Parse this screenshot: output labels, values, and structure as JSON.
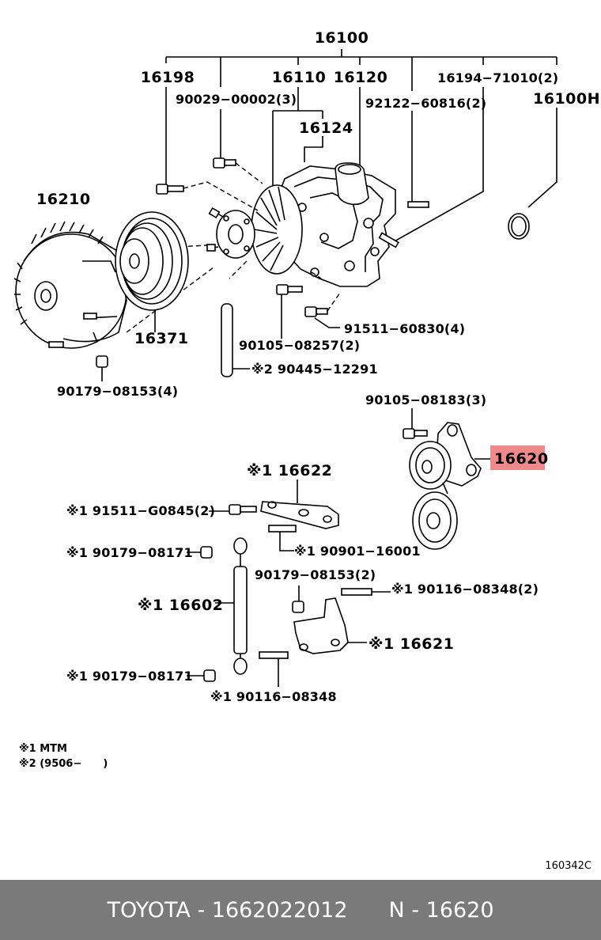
{
  "labels": {
    "p16100": "16100",
    "p16198": "16198",
    "p16110": "16110",
    "p16120": "16120",
    "p16194": "16194−71010(2)",
    "p16100h": "16100H",
    "p90029": "90029−00002(3)",
    "p92122": "92122−60816(2)",
    "p16124": "16124",
    "p16210": "16210",
    "p16371": "16371",
    "p90105a": "90105−08257(2)",
    "p91511a": "91511−60830(4)",
    "p90445": "※2 90445−12291",
    "p90179a": "90179−08153(4)",
    "p90105b": "90105−08183(3)",
    "p16620": "16620",
    "p16622": "※1 16622",
    "p91511b": "※1 91511−G0845(2)",
    "p90901": "※1 90901−16001",
    "p90179b": "※1 90179−08171",
    "p90179c": "90179−08153(2)",
    "p90116a": "※1 90116−08348(2)",
    "p16602": "※1 16602",
    "p16621": "※1 16621",
    "p90179d": "※1 90179−08171",
    "p90116b": "※1 90116−08348"
  },
  "legend": {
    "note1": "※1 MTM",
    "note2": "※2 (9506−      )"
  },
  "diagram_ref": "160342C",
  "highlight_color": "#f08a8a",
  "footer": {
    "brand_part": "TOYOTA - 1662022012",
    "ref_part": "N - 16620"
  }
}
